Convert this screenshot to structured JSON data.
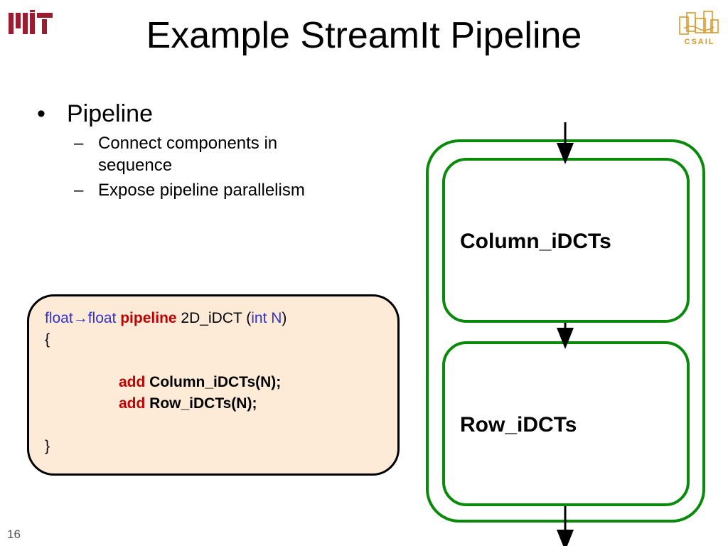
{
  "slide": {
    "title": "Example StreamIt Pipeline",
    "page_number": "16"
  },
  "bullets": {
    "main": "Pipeline",
    "main_mark": "•",
    "sub_mark": "–",
    "sub": [
      "Connect components in sequence",
      "Expose pipeline parallelism"
    ]
  },
  "code": {
    "l1_type": "float→float",
    "l1_keyword": "pipeline",
    "l1_name": " 2D_iDCT (",
    "l1_param": "int N",
    "l1_close": ")",
    "l2": "{",
    "l4_keyword": "add",
    "l4_call": " Column_iDCTs(N);",
    "l5_keyword": "add",
    "l5_call": " Row_iDCTs(N);",
    "l7": "}"
  },
  "diagram": {
    "stage_1": "Column_iDCTs",
    "stage_2": "Row_iDCTs",
    "colors": {
      "border": "#0a8a0a",
      "arrow": "#000000"
    }
  },
  "logos": {
    "left": "mit-logo",
    "right": "csail-logo",
    "right_text": "CSAIL",
    "colors": {
      "mit_red": "#9b1c2e",
      "csail_orange": "#d89a2a"
    }
  }
}
